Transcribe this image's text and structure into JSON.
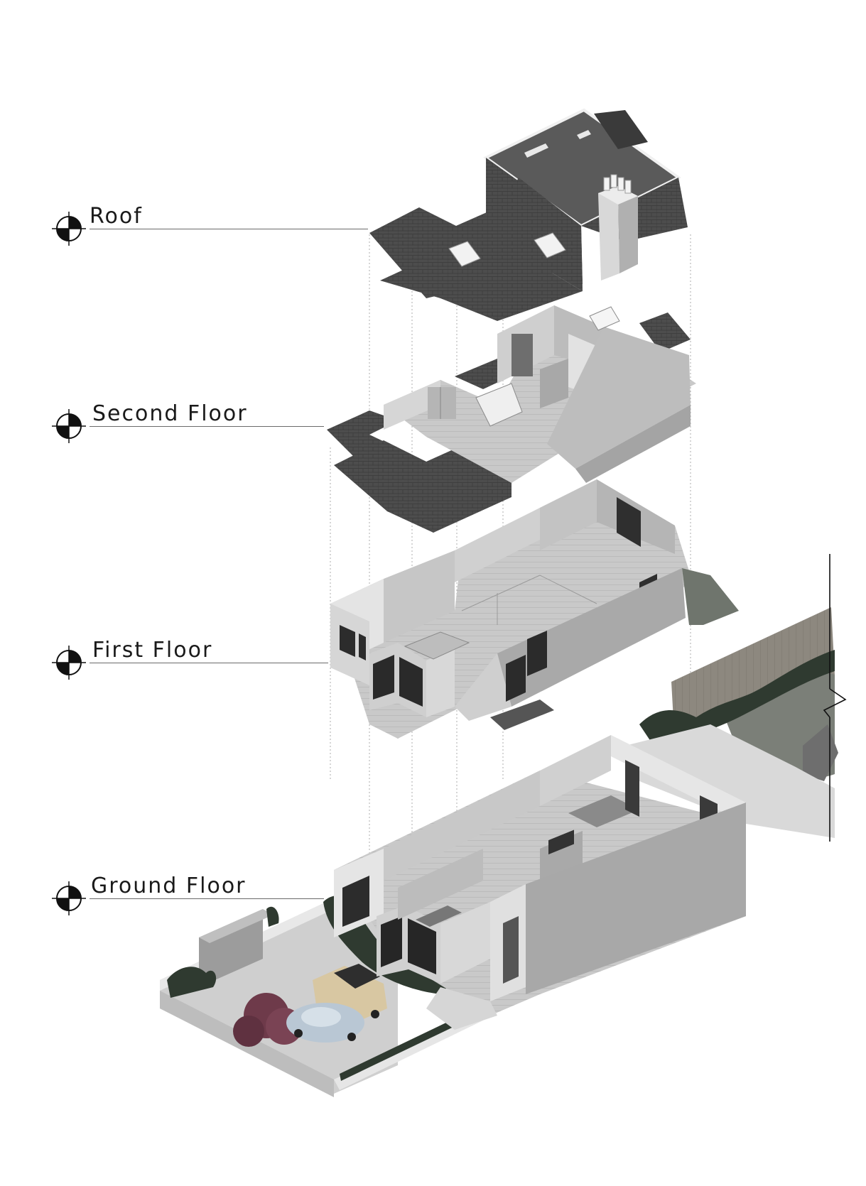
{
  "levels": {
    "roof": {
      "label": "Roof"
    },
    "second": {
      "label": "Second Floor"
    },
    "first": {
      "label": "First Floor"
    },
    "ground": {
      "label": "Ground Floor"
    }
  },
  "colors": {
    "tile": "#4a4a4a",
    "wall": "#d2d2d2",
    "wall_dark": "#a8a8a8",
    "floor": "#c4c4c4",
    "greenery": "#2f3a30",
    "fence": "#8f8a80",
    "car_cream": "#d8c7a2",
    "car_blue": "#b9c7d4",
    "tree": "#6e3a4a"
  },
  "icons": {
    "level_marker": "level-marker-icon",
    "north": "section-break-icon"
  }
}
